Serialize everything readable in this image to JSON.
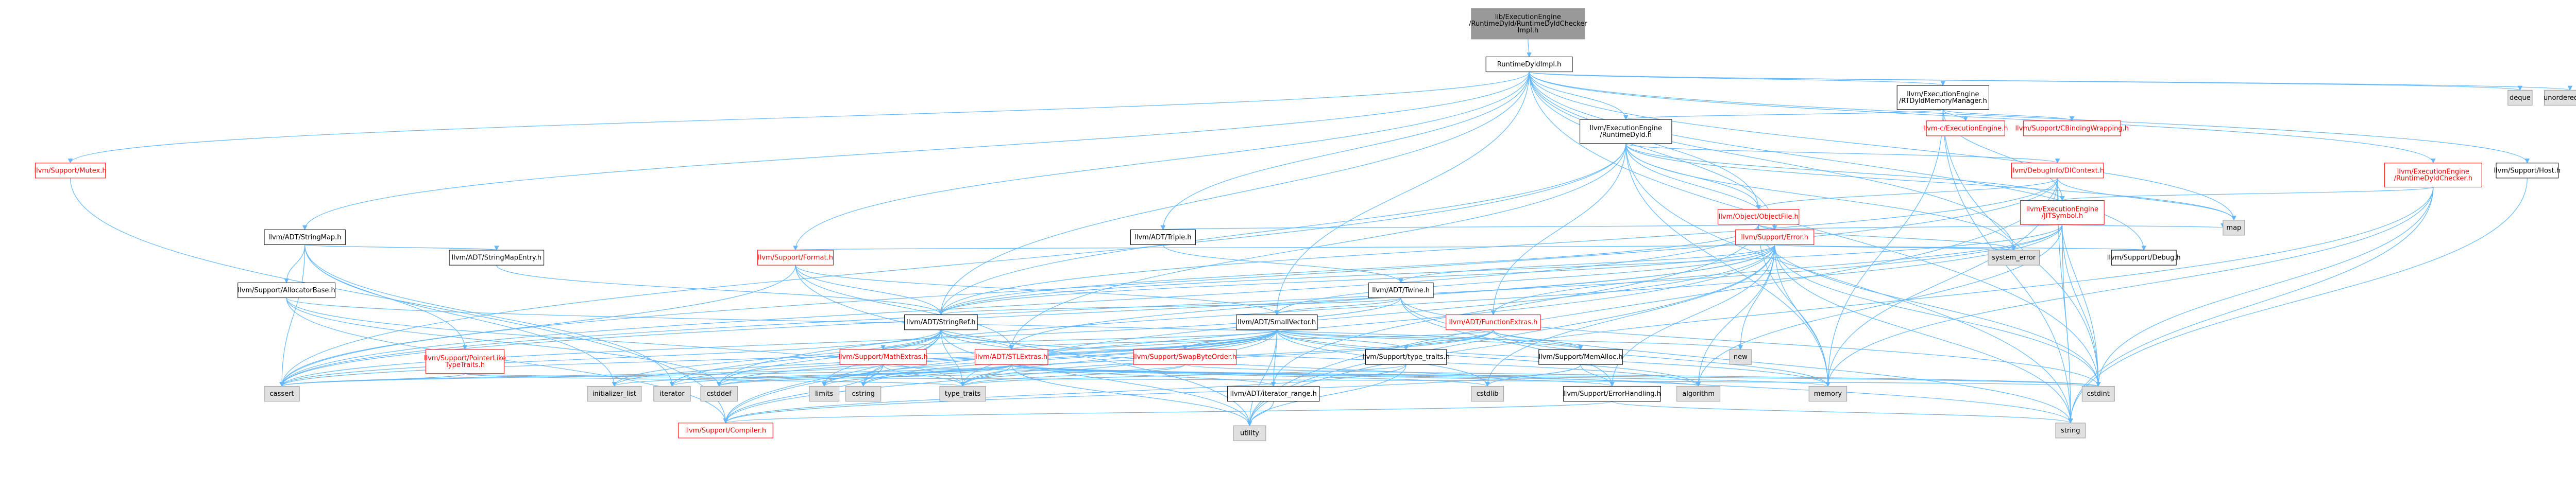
{
  "colors": {
    "edge": "#63b8ff",
    "node_border_black": "#000000",
    "node_border_red": "#ff0000",
    "node_border_grey": "#999999",
    "node_fill_white": "#ffffff",
    "node_fill_grey": "#e0e0e0",
    "root_fill": "#999999",
    "text_red": "#ff0000",
    "text_black": "#000000"
  },
  "nodes": {
    "root": {
      "lines": [
        "lib/ExecutionEngine",
        "/RuntimeDyld/RuntimeDyldChecker",
        "Impl.h"
      ]
    },
    "rtdimpl": {
      "lines": [
        "RuntimeDyldImpl.h"
      ]
    },
    "deque": {
      "lines": [
        "deque"
      ]
    },
    "unordered_map": {
      "lines": [
        "unordered_map"
      ]
    },
    "rtdchecker": {
      "lines": [
        "llvm/ExecutionEngine",
        "/RuntimeDyldChecker.h"
      ]
    },
    "hostinc": {
      "lines": [
        "llvm/Support/Host.h"
      ]
    },
    "mutex": {
      "lines": [
        "llvm/Support/Mutex.h"
      ]
    },
    "rtcmm": {
      "lines": [
        "llvm/ExecutionEngine",
        "/RTDyldMemoryManager.h"
      ]
    },
    "rtdyld": {
      "lines": [
        "llvm/ExecutionEngine",
        "/RuntimeDyld.h"
      ]
    },
    "cexec": {
      "lines": [
        "llvm-c/ExecutionEngine.h"
      ]
    },
    "cbind": {
      "lines": [
        "llvm/Support/CBindingWrapping.h"
      ]
    },
    "dicontext": {
      "lines": [
        "llvm/DebugInfo/DIContext.h"
      ]
    },
    "jitsymbol": {
      "lines": [
        "llvm/ExecutionEngine",
        "/JITSymbol.h"
      ]
    },
    "objectfile": {
      "lines": [
        "llvm/Object/ObjectFile.h"
      ]
    },
    "map": {
      "lines": [
        "map"
      ]
    },
    "stringmap": {
      "lines": [
        "llvm/ADT/StringMap.h"
      ]
    },
    "triple": {
      "lines": [
        "llvm/ADT/Triple.h"
      ]
    },
    "error": {
      "lines": [
        "llvm/Support/Error.h"
      ]
    },
    "system_error": {
      "lines": [
        "system_error"
      ]
    },
    "debug": {
      "lines": [
        "llvm/Support/Debug.h"
      ]
    },
    "stringmapentry": {
      "lines": [
        "llvm/ADT/StringMapEntry.h"
      ]
    },
    "format": {
      "lines": [
        "llvm/Support/Format.h"
      ]
    },
    "twine": {
      "lines": [
        "llvm/ADT/Twine.h"
      ]
    },
    "allocatorbase": {
      "lines": [
        "llvm/Support/AllocatorBase.h"
      ]
    },
    "stringref": {
      "lines": [
        "llvm/ADT/StringRef.h"
      ]
    },
    "smallvector": {
      "lines": [
        "llvm/ADT/SmallVector.h"
      ]
    },
    "functionextras": {
      "lines": [
        "llvm/ADT/FunctionExtras.h"
      ]
    },
    "new": {
      "lines": [
        "new"
      ]
    },
    "pointerlike": {
      "lines": [
        "llvm/Support/PointerLike",
        "TypeTraits.h"
      ]
    },
    "mathextras": {
      "lines": [
        "llvm/Support/MathExtras.h"
      ]
    },
    "stlextras": {
      "lines": [
        "llvm/ADT/STLExtras.h"
      ]
    },
    "swapbyteorder": {
      "lines": [
        "llvm/Support/SwapByteOrder.h"
      ]
    },
    "typetraits": {
      "lines": [
        "llvm/Support/type_traits.h"
      ]
    },
    "memalloc": {
      "lines": [
        "llvm/Support/MemAlloc.h"
      ]
    },
    "cassert": {
      "lines": [
        "cassert"
      ]
    },
    "initializer_list": {
      "lines": [
        "initializer_list"
      ]
    },
    "iterator": {
      "lines": [
        "iterator"
      ]
    },
    "cstddef": {
      "lines": [
        "cstddef"
      ]
    },
    "limits": {
      "lines": [
        "limits"
      ]
    },
    "cstring": {
      "lines": [
        "cstring"
      ]
    },
    "type_traits": {
      "lines": [
        "type_traits"
      ]
    },
    "iterator_range": {
      "lines": [
        "llvm/ADT/iterator_range.h"
      ]
    },
    "cstdlib": {
      "lines": [
        "cstdlib"
      ]
    },
    "errorhandling": {
      "lines": [
        "llvm/Support/ErrorHandling.h"
      ]
    },
    "algorithm": {
      "lines": [
        "algorithm"
      ]
    },
    "memory": {
      "lines": [
        "memory"
      ]
    },
    "cstdint": {
      "lines": [
        "cstdint"
      ]
    },
    "compiler": {
      "lines": [
        "llvm/Support/Compiler.h"
      ]
    },
    "utility": {
      "lines": [
        "utility"
      ]
    },
    "string": {
      "lines": [
        "string"
      ]
    }
  }
}
